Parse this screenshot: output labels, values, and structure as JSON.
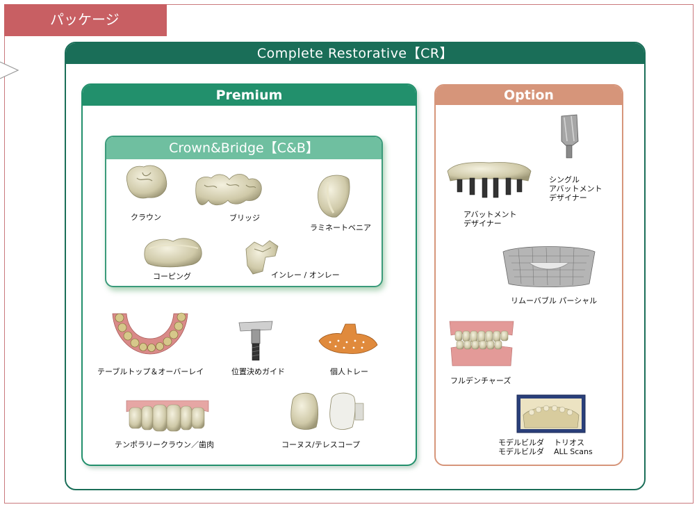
{
  "package_tab": "パッケージ",
  "complete_restorative": {
    "title": "Complete Restorative【CR】"
  },
  "premium": {
    "title": "Premium",
    "items": [
      {
        "label": "テーブルトップ＆オーバーレイ"
      },
      {
        "label": "位置決めガイド"
      },
      {
        "label": "個人トレー"
      },
      {
        "label": "テンポラリークラウン／歯肉"
      },
      {
        "label": "コーヌス/テレスコープ"
      }
    ]
  },
  "crown_bridge": {
    "title": "Crown&Bridge【C&B】",
    "items": [
      {
        "label": "クラウン"
      },
      {
        "label": "ブリッジ"
      },
      {
        "label": "ラミネートベニア"
      },
      {
        "label": "コーピング"
      },
      {
        "label": "インレー / オンレー"
      }
    ]
  },
  "option": {
    "title": "Option",
    "items": [
      {
        "label": "シングル\nアバットメント\nデザイナー"
      },
      {
        "label": "アバットメント\nデザイナー"
      },
      {
        "label": "リムーバブル パーシャル"
      },
      {
        "label": "フルデンチャーズ"
      },
      {
        "label": "モデルビルダ\nモデルビルダ"
      },
      {
        "label": "トリオス\nALL Scans"
      }
    ]
  },
  "colors": {
    "outer_border": "#c9787c",
    "package_tab": "#c85f63",
    "cr_header": "#1a6e58",
    "premium_header": "#22906c",
    "cb_header": "#6fbfa0",
    "option_header": "#d6957a"
  }
}
